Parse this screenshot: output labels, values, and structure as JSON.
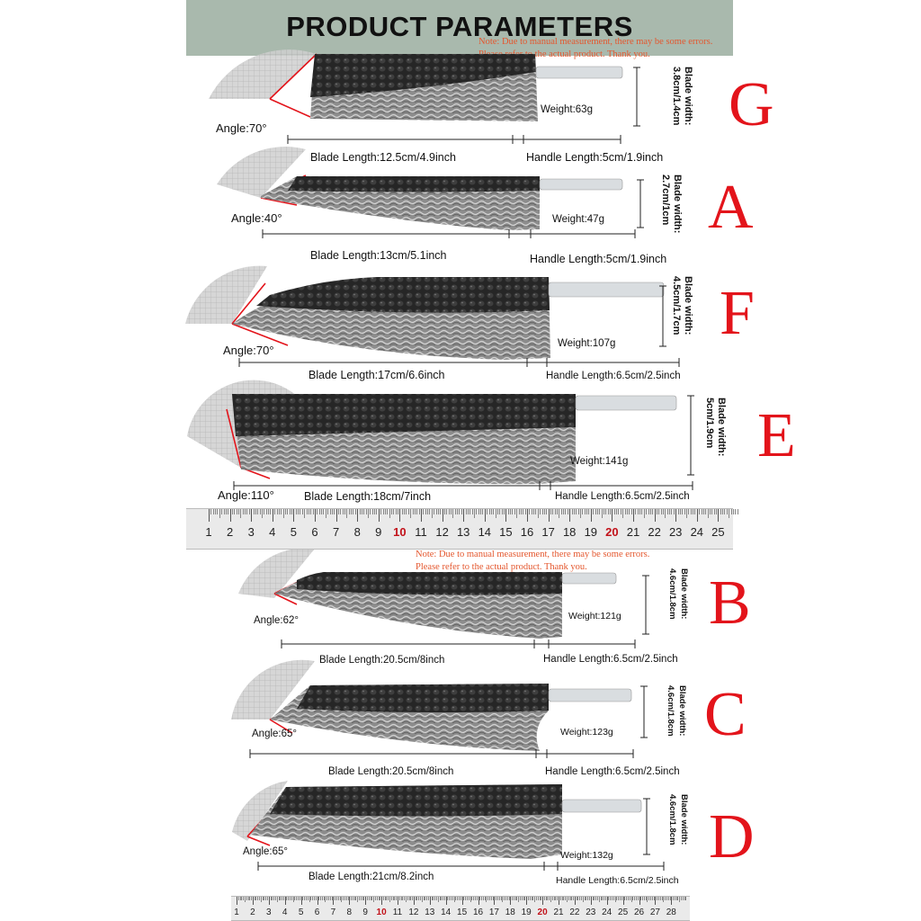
{
  "header": {
    "title": "PRODUCT PARAMETERS"
  },
  "note": {
    "line1": "Note: Due to manual measurement, there may be some errors.",
    "line2": "Please refer to the actual product. Thank you."
  },
  "knives": [
    {
      "letter": "G",
      "angle": "Angle:70°",
      "blade_length": "Blade Length:12.5cm/4.9inch",
      "handle_length": "Handle Length:5cm/1.9inch",
      "weight": "Weight:63g",
      "blade_width_title": "Blade width:",
      "blade_width": "3.8cm/1.4cm"
    },
    {
      "letter": "A",
      "angle": "Angle:40°",
      "blade_length": "Blade Length:13cm/5.1inch",
      "handle_length": "Handle Length:5cm/1.9inch",
      "weight": "Weight:47g",
      "blade_width_title": "Blade width:",
      "blade_width": "2.7cm/1cm"
    },
    {
      "letter": "F",
      "angle": "Angle:70°",
      "blade_length": "Blade Length:17cm/6.6inch",
      "handle_length": "Handle Length:6.5cm/2.5inch",
      "weight": "Weight:107g",
      "blade_width_title": "Blade width:",
      "blade_width": "4.5cm/1.7cm"
    },
    {
      "letter": "E",
      "angle": "Angle:110°",
      "blade_length": "Blade Length:18cm/7inch",
      "handle_length": "Handle Length:6.5cm/2.5inch",
      "weight": "Weight:141g",
      "blade_width_title": "Blade width:",
      "blade_width": "5cm/1.9cm"
    },
    {
      "letter": "B",
      "angle": "Angle:62°",
      "blade_length": "Blade Length:20.5cm/8inch",
      "handle_length": "Handle Length:6.5cm/2.5inch",
      "weight": "Weight:121g",
      "blade_width_title": "Blade width:",
      "blade_width": "4.6cm/1.8cm"
    },
    {
      "letter": "C",
      "angle": "Angle:65°",
      "blade_length": "Blade Length:20.5cm/8inch",
      "handle_length": "Handle Length:6.5cm/2.5inch",
      "weight": "Weight:123g",
      "blade_width_title": "Blade width:",
      "blade_width": "4.6cm/1.8cm"
    },
    {
      "letter": "D",
      "angle": "Angle:65°",
      "blade_length": "Blade Length:21cm/8.2inch",
      "handle_length": "Handle Length:6.5cm/2.5inch",
      "weight": "Weight:132g",
      "blade_width_title": "Blade width:",
      "blade_width": "4.6cm/1.8cm"
    }
  ],
  "ruler_top": {
    "numbers": [
      "1",
      "2",
      "3",
      "4",
      "5",
      "6",
      "7",
      "8",
      "9",
      "10",
      "11",
      "12",
      "13",
      "14",
      "15",
      "16",
      "17",
      "18",
      "19",
      "20",
      "21",
      "22",
      "23",
      "24",
      "25"
    ],
    "highlight": [
      "10",
      "20"
    ]
  },
  "ruler_bottom": {
    "numbers": [
      "1",
      "2",
      "3",
      "4",
      "5",
      "6",
      "7",
      "8",
      "9",
      "10",
      "11",
      "12",
      "13",
      "14",
      "15",
      "16",
      "17",
      "18",
      "19",
      "20",
      "21",
      "22",
      "23",
      "24",
      "25",
      "26",
      "27",
      "28"
    ],
    "highlight": [
      "10",
      "20"
    ]
  },
  "colors": {
    "header_bg": "#a9b9ad",
    "letter": "#e3141b",
    "note": "#e4572e",
    "blade_dark": "#1e1e1e",
    "damascus": "#8a8a8a",
    "tang": "#d9dde0"
  }
}
